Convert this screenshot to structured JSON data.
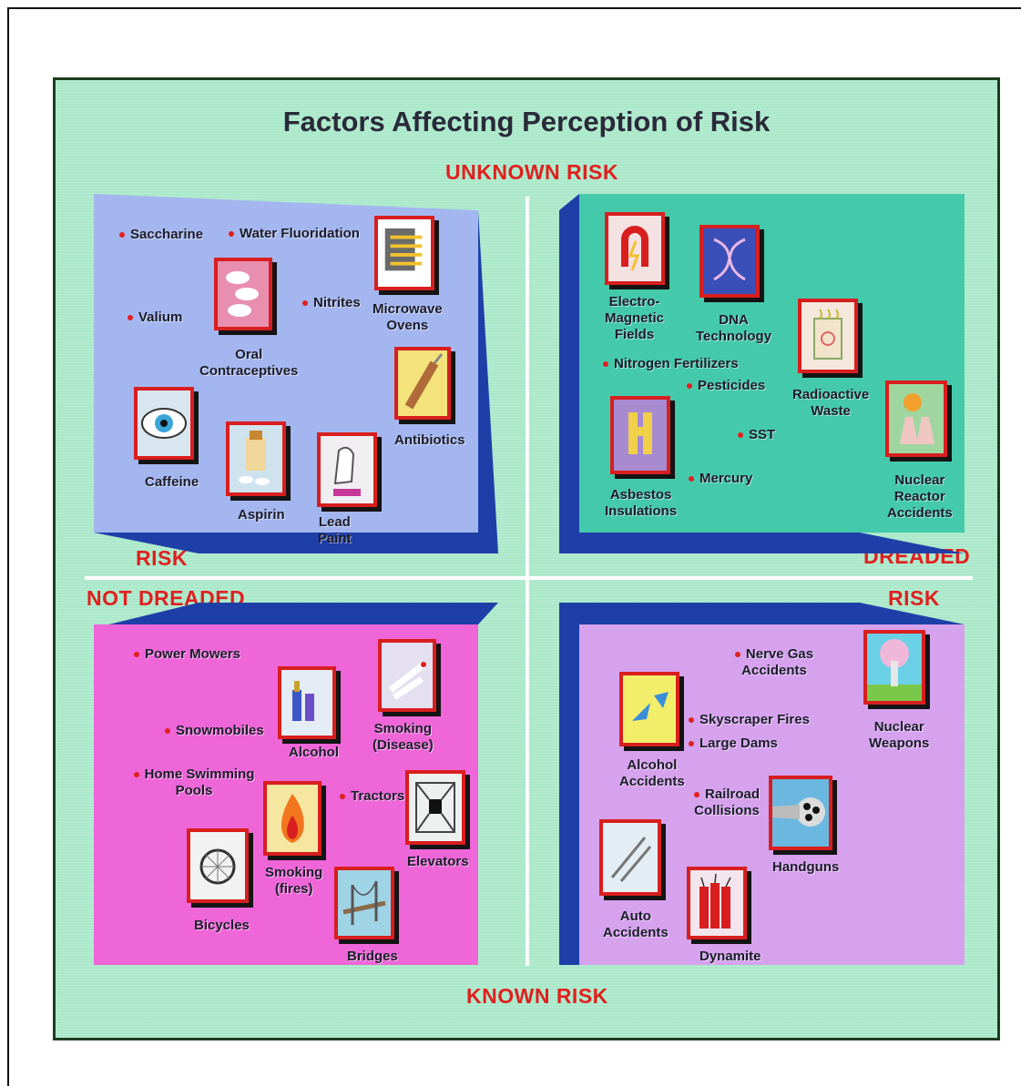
{
  "title": "Factors Affecting Perception of Risk",
  "axes": {
    "top": "UNKNOWN RISK",
    "bottom": "KNOWN RISK",
    "left_top": "RISK",
    "left_bottom": "NOT DREADED",
    "right_top": "DREADED",
    "right_bottom": "RISK"
  },
  "quadrants": {
    "unknown_not_dreaded": {
      "bullets": [
        "Saccharine",
        "Water Fluoridation",
        "Nitrites",
        "Valium"
      ],
      "icons": [
        "Microwave Ovens",
        "Oral Contraceptives",
        "Antibiotics",
        "Caffeine",
        "Aspirin",
        "Lead Paint"
      ]
    },
    "unknown_dreaded": {
      "bullets": [
        "Nitrogen Fertilizers",
        "Pesticides",
        "SST",
        "Mercury"
      ],
      "icons": [
        "Electro- Magnetic Fields",
        "DNA Technology",
        "Radioactive Waste",
        "Asbestos Insulations",
        "Nuclear Reactor Accidents"
      ]
    },
    "known_not_dreaded": {
      "bullets": [
        "Power Mowers",
        "Snowmobiles",
        "Home Swimming Pools",
        "Tractors"
      ],
      "icons": [
        "Alcohol",
        "Smoking (Disease)",
        "Smoking (fires)",
        "Elevators",
        "Bicycles",
        "Bridges"
      ]
    },
    "known_dreaded": {
      "bullets": [
        "Nerve Gas Accidents",
        "Skyscraper Fires",
        "Large Dams",
        "Railroad Collisions"
      ],
      "icons": [
        "Alcohol Accidents",
        "Nuclear Weapons",
        "Handguns",
        "Auto Accidents",
        "Dynamite"
      ]
    }
  },
  "colors": {
    "background": "#a9e8c9",
    "q1": "#a4b6ef",
    "q2": "#45c9ab",
    "q3": "#ee66d8",
    "q4": "#d6a2ee",
    "shadow": "#1f3fa8",
    "accent": "#e0201f"
  }
}
